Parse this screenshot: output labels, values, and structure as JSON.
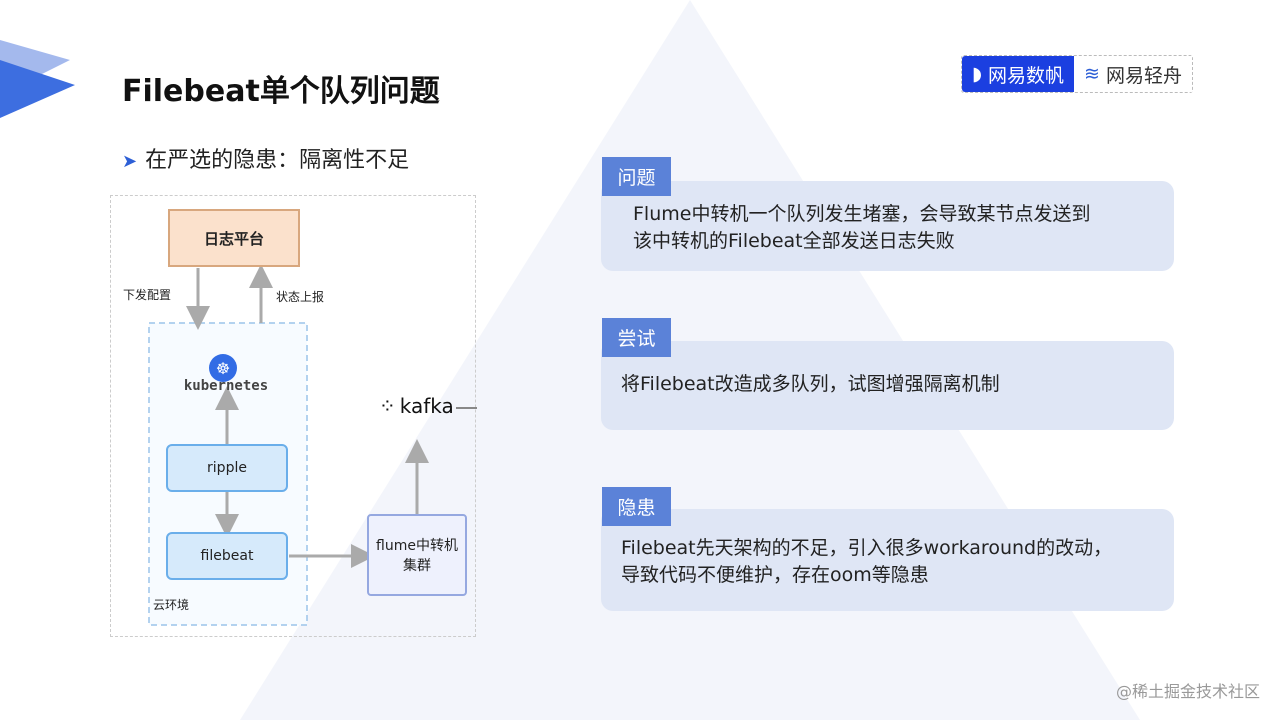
{
  "slide": {
    "title": "Filebeat单个队列问题",
    "bullet": "在严选的隐患：隔离性不足"
  },
  "logo": {
    "left": "网易数帆",
    "right": "网易轻舟"
  },
  "diagram": {
    "platform": "日志平台",
    "down_label": "下发配置",
    "up_label": "状态上报",
    "k8s": "kubernetes",
    "ripple": "ripple",
    "filebeat": "filebeat",
    "cloud": "云环境",
    "flume_line1": "flume中转机",
    "flume_line2": "集群",
    "kafka": "kafka"
  },
  "cards": [
    {
      "tab": "问题",
      "text_line1": "Flume中转机一个队列发生堵塞，会导致某节点发送到",
      "text_line2": "该中转机的Filebeat全部发送日志失败"
    },
    {
      "tab": "尝试",
      "text_line1": "将Filebeat改造成多队列，试图增强隔离机制"
    },
    {
      "tab": "隐患",
      "text_line1": "Filebeat先天架构的不足，引入很多workaround的改动，",
      "text_line2": "导致代码不便维护，存在oom等隐患"
    }
  ],
  "watermark": "@稀土掘金技术社区"
}
